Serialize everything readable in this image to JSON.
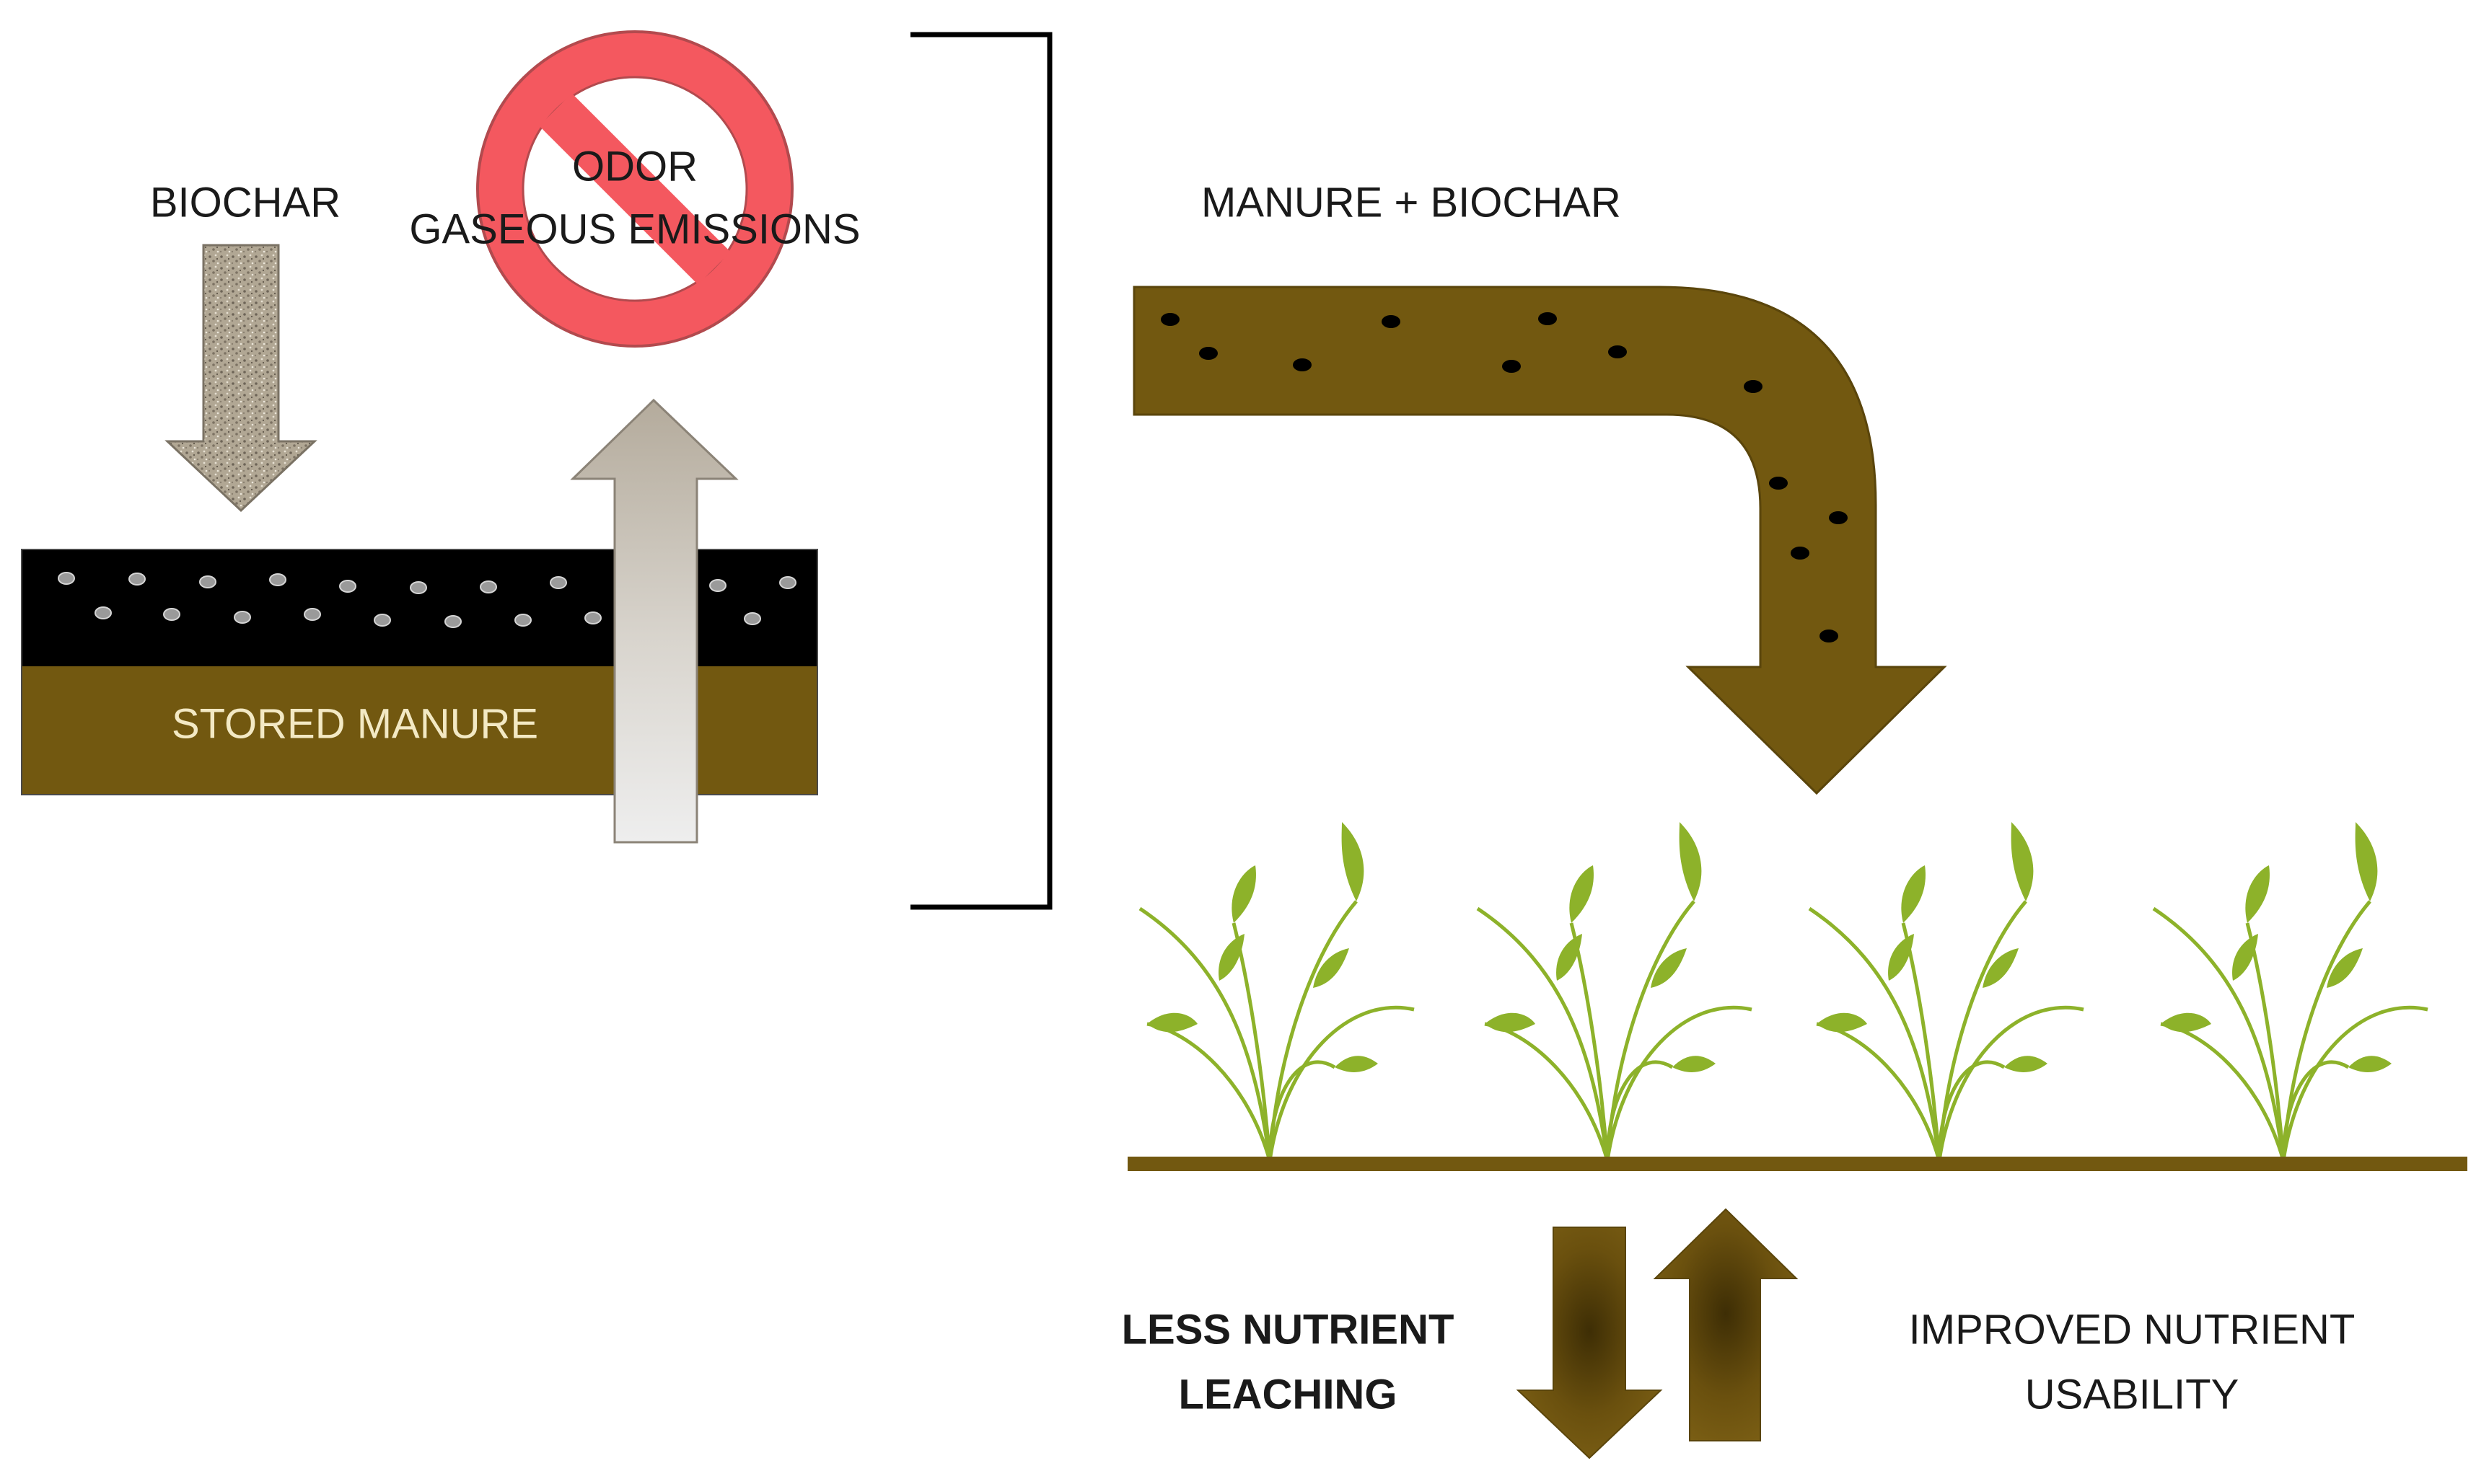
{
  "labels": {
    "biochar": "BIOCHAR",
    "odor": "ODOR",
    "gaseous_emissions": "GASEOUS EMISSIONS",
    "manure_plus_biochar": "MANURE + BIOCHAR",
    "stored_manure": "STORED MANURE",
    "less_nutrient_line1": "LESS NUTRIENT",
    "less_nutrient_line2": "LEACHING",
    "improved_line1": "IMPROVED NUTRIENT",
    "improved_line2": "USABILITY"
  },
  "colors": {
    "manure": "#725810",
    "biochar_layer": "#000000",
    "prohibition_red": "#f4585f",
    "plant_green": "#8db22a",
    "gas_arrow": "#c2b9a9",
    "biochar_arrow": "#b3a997"
  },
  "icons": {
    "prohibition": "no-symbol-icon",
    "plant": "plant-icon"
  }
}
